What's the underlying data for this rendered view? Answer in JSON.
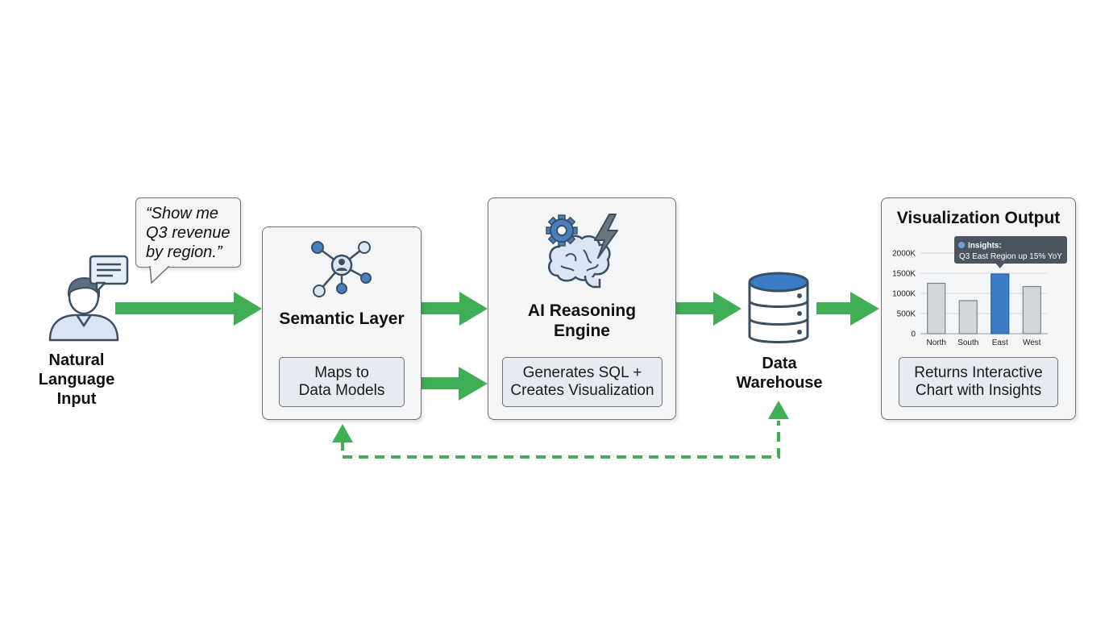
{
  "colors": {
    "arrow_green": "#3fae55",
    "box_fill": "#f3f5f7",
    "sub_box_fill": "#e6ebf1",
    "border": "#6f7378",
    "icon_blue": "#4a7fbf",
    "icon_dark": "#3b4f63",
    "bar_gray": "#d4d7da",
    "bar_highlight": "#3a7cc6",
    "tooltip_bg": "#4a5560"
  },
  "user": {
    "label": "Natural\nLanguage\nInput",
    "icon": "user-icon",
    "chat_icon": "chat-bubble-icon"
  },
  "query": {
    "text": "“Show me\nQ3 revenue\nby region.”"
  },
  "semantic_layer": {
    "title": "Semantic Layer",
    "detail": "Maps to\nData Models",
    "icon": "network-icon"
  },
  "reasoning_engine": {
    "title": "AI Reasoning\nEngine",
    "detail": "Generates SQL +\nCreates Visualization",
    "icon": "brain-gear-lightning-icon"
  },
  "warehouse": {
    "label": "Data\nWarehouse",
    "icon": "database-icon"
  },
  "output": {
    "title": "Visualization Output",
    "detail": "Returns Interactive\nChart with Insights"
  },
  "chart_data": {
    "type": "bar",
    "categories": [
      "North",
      "South",
      "East",
      "West"
    ],
    "values": [
      1250,
      820,
      1480,
      1170
    ],
    "highlight_index": 2,
    "y_ticks": [
      "0",
      "500K",
      "1000K",
      "1500K",
      "2000K"
    ],
    "ylim": [
      0,
      2000
    ],
    "grid": true,
    "insight": {
      "title": "Insights:",
      "text": "Q3 East Region up 15% YoY"
    }
  }
}
